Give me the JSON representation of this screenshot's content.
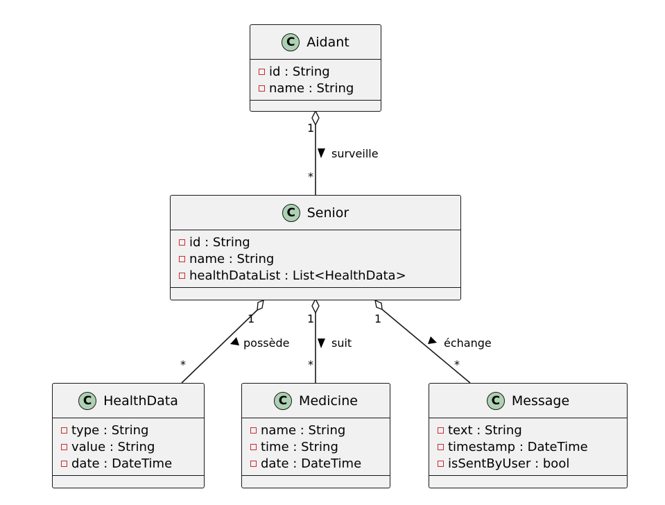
{
  "classes": {
    "aidant": {
      "name": "Aidant",
      "icon": "C",
      "attributes": [
        "id : String",
        "name : String"
      ]
    },
    "senior": {
      "name": "Senior",
      "icon": "C",
      "attributes": [
        "id : String",
        "name : String",
        "healthDataList : List<HealthData>"
      ]
    },
    "healthdata": {
      "name": "HealthData",
      "icon": "C",
      "attributes": [
        "type : String",
        "value : String",
        "date : DateTime"
      ]
    },
    "medicine": {
      "name": "Medicine",
      "icon": "C",
      "attributes": [
        "name : String",
        "time : String",
        "date : DateTime"
      ]
    },
    "message": {
      "name": "Message",
      "icon": "C",
      "attributes": [
        "text : String",
        "timestamp : DateTime",
        "isSentByUser : bool"
      ]
    }
  },
  "relations": {
    "surveille": {
      "label": "surveille",
      "source_mult": "1",
      "target_mult": "*"
    },
    "possede": {
      "label": "possède",
      "source_mult": "1",
      "target_mult": "*"
    },
    "suit": {
      "label": "suit",
      "source_mult": "1",
      "target_mult": "*"
    },
    "echange": {
      "label": "échange",
      "source_mult": "1",
      "target_mult": "*"
    }
  },
  "colors": {
    "class_fill": "#f1f1f1",
    "border": "#181818",
    "class_icon_fill": "#add1b2",
    "private_marker": "#c82930"
  }
}
